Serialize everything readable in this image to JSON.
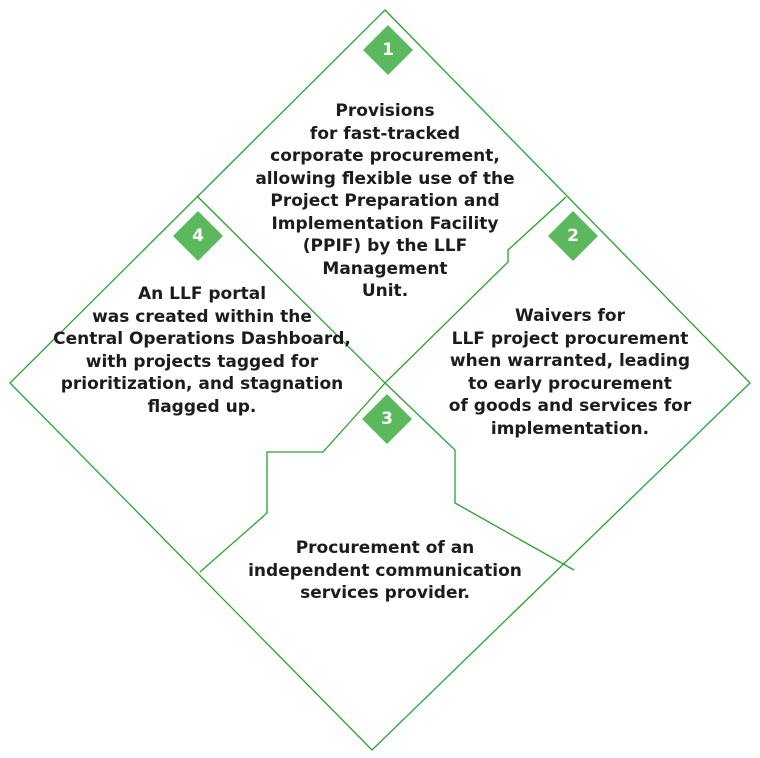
{
  "colors": {
    "outline": "#2aa12e",
    "badge": "#5cb85c",
    "text": "#1c1c1c"
  },
  "quadrants": [
    {
      "number": "1",
      "text": "Provisions\nfor fast-tracked\ncorporate procurement,\nallowing flexible use of the\nProject Preparation and\nImplementation Facility\n(PPIF) by the LLF\nManagement\nUnit."
    },
    {
      "number": "2",
      "text": "Waivers for\nLLF project procurement\nwhen warranted, leading\nto early procurement\nof goods and services for\nimplementation."
    },
    {
      "number": "3",
      "text": "Procurement of an\nindependent communication\nservices provider."
    },
    {
      "number": "4",
      "text": "An LLF portal\nwas created within the\nCentral Operations Dashboard,\nwith projects tagged for\nprioritization, and stagnation\nflagged up."
    }
  ]
}
